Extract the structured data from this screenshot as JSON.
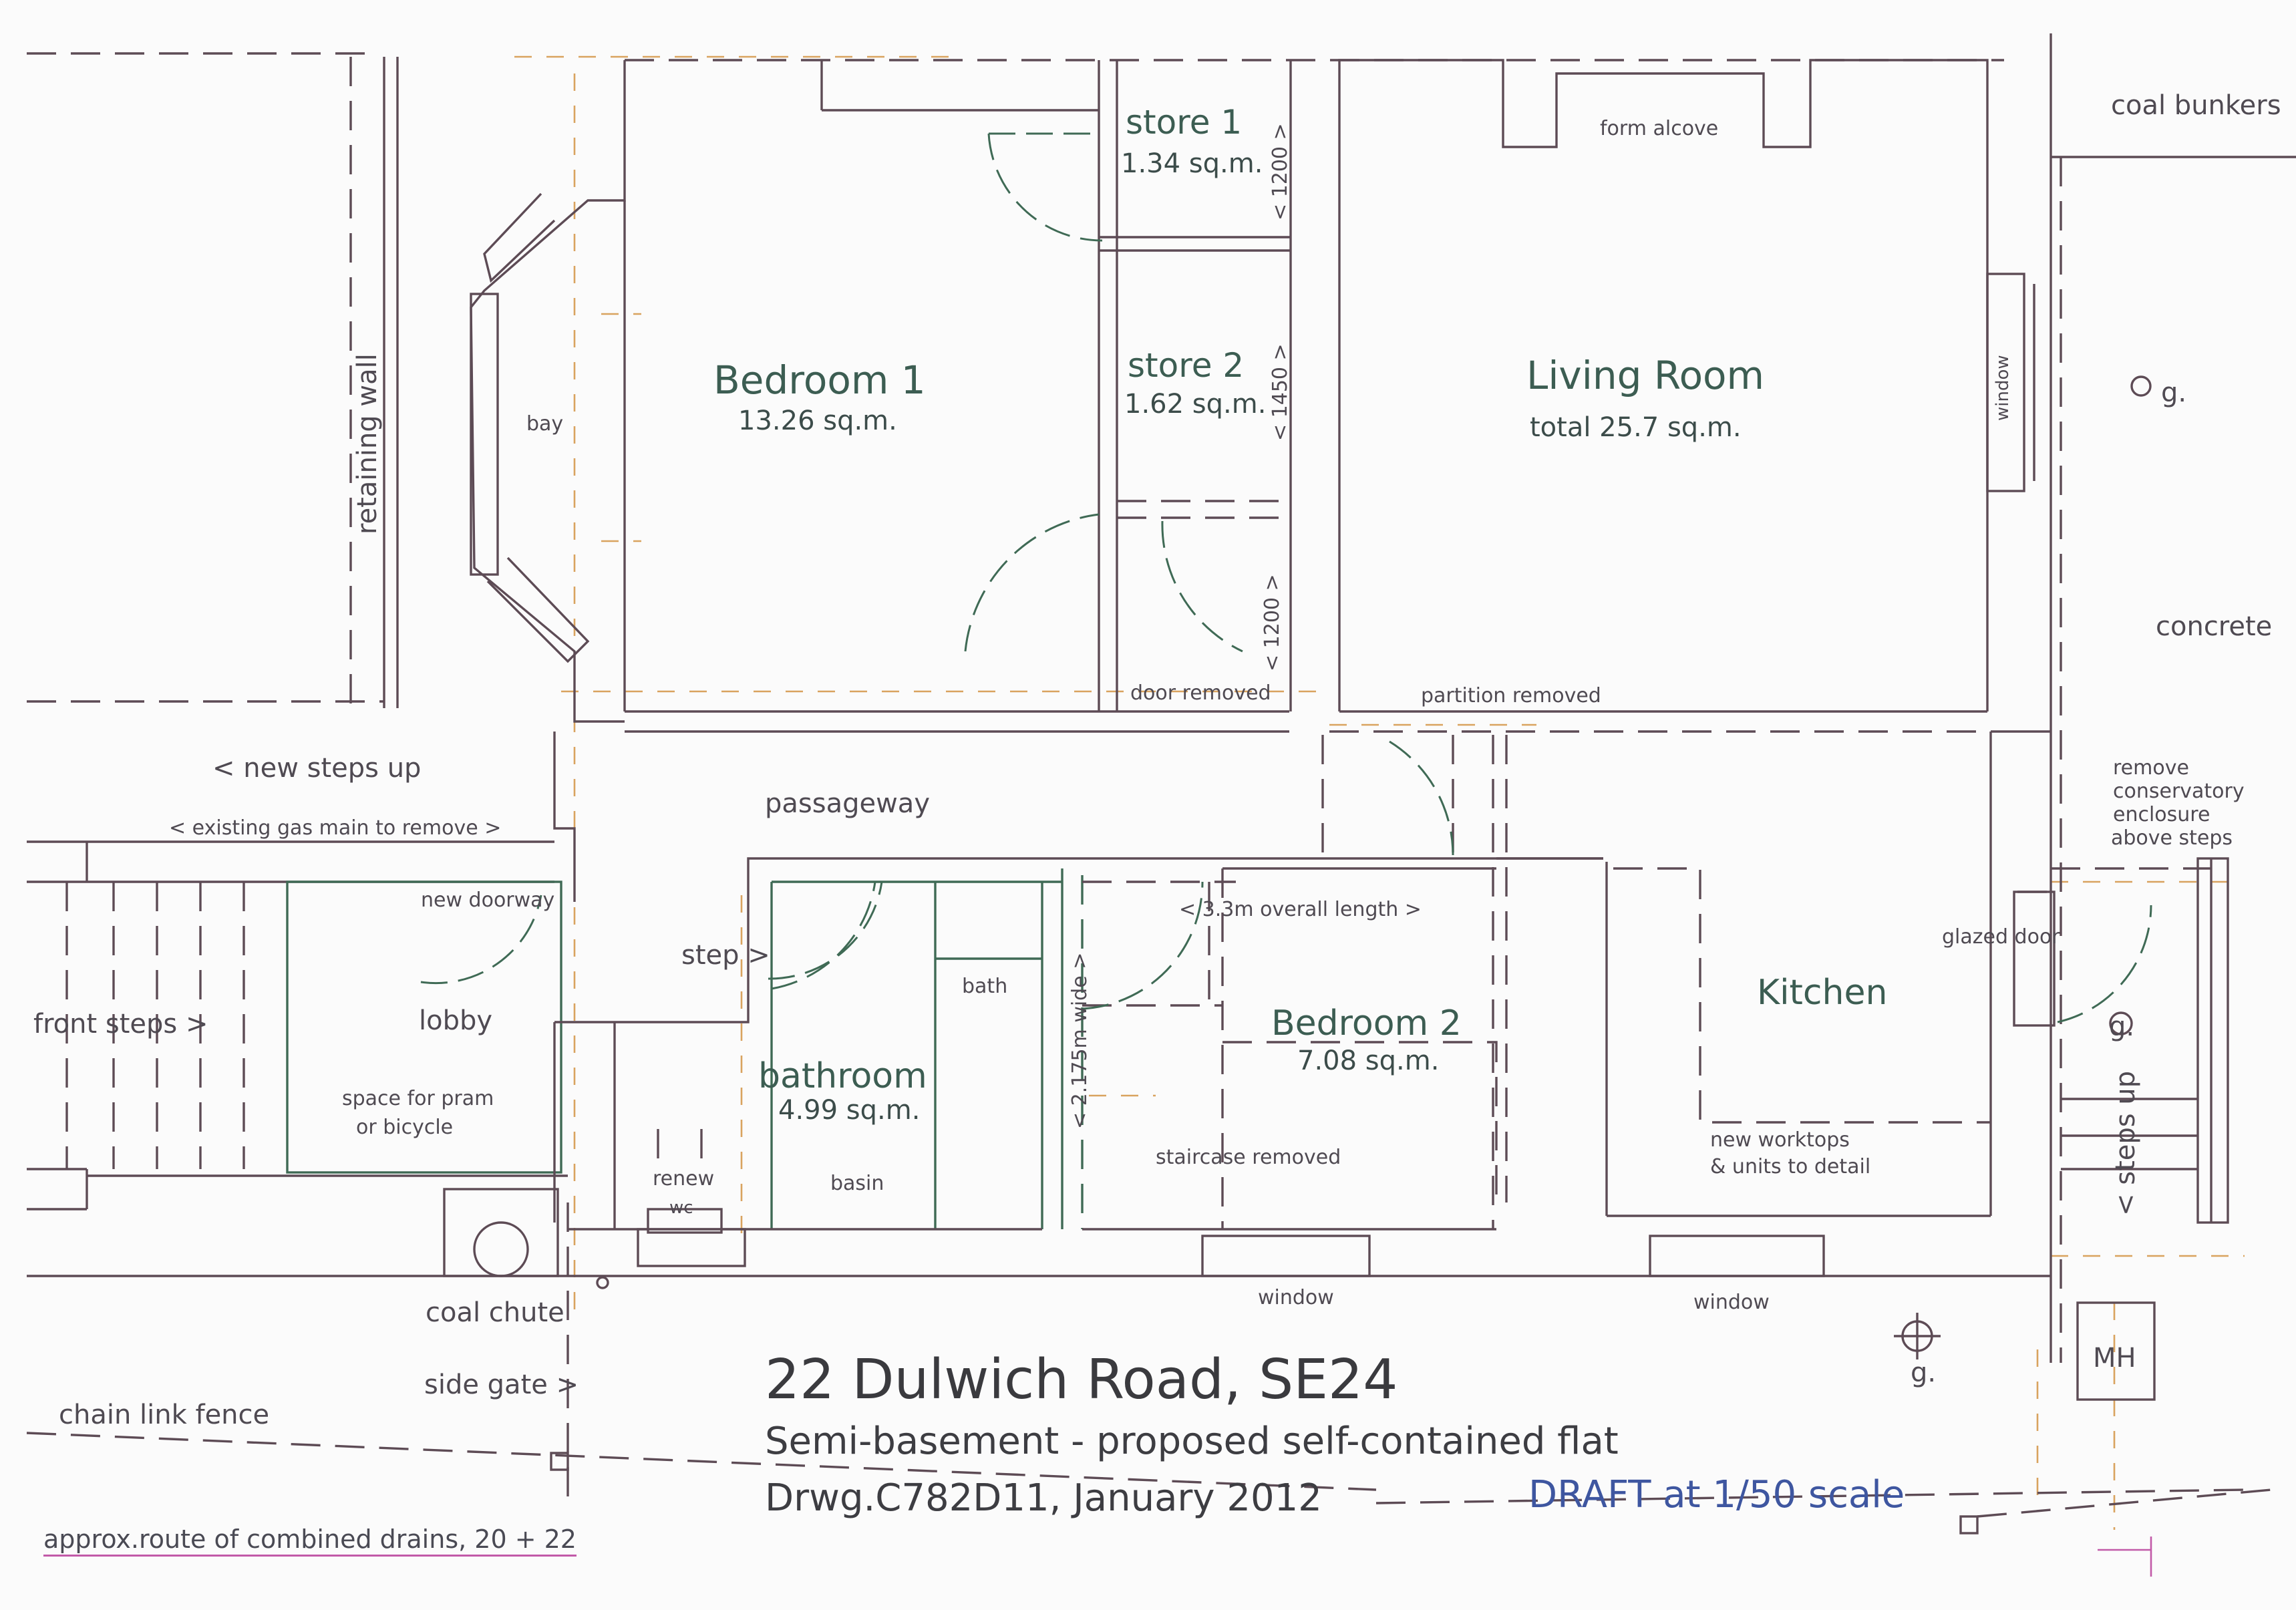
{
  "title_block": {
    "address": "22 Dulwich Road, SE24",
    "description": "Semi-basement - proposed self-contained flat",
    "drawing_ref": "Drwg.C782D11, January 2012",
    "draft_note": "DRAFT at 1/50 scale"
  },
  "rooms": {
    "bedroom1": {
      "name": "Bedroom 1",
      "area": "13.26 sq.m."
    },
    "store1": {
      "name": "store 1",
      "area": "1.34 sq.m."
    },
    "store2": {
      "name": "store 2",
      "area": "1.62 sq.m."
    },
    "living": {
      "name": "Living Room",
      "area": "total 25.7 sq.m."
    },
    "bathroom": {
      "name": "bathroom",
      "area": "4.99 sq.m."
    },
    "bedroom2": {
      "name": "Bedroom 2",
      "area": "7.08 sq.m."
    },
    "kitchen": {
      "name": "Kitchen"
    },
    "lobby": {
      "name": "lobby"
    },
    "passageway": {
      "name": "passageway"
    }
  },
  "dimensions": {
    "store1_width": "< 1200 >",
    "store2_width": "< 1450 >",
    "door_width": "< 1200 >",
    "overall_length": "< 3.3m overall length >",
    "passage_width": "< 2.175m wide >"
  },
  "annotations": {
    "coal_bunkers": "coal bunkers",
    "form_alcove": "form alcove",
    "window_living": "window",
    "gully_right": "g.",
    "concrete": "concrete",
    "retaining_wall": "retaining wall",
    "bay": "bay",
    "door_removed": "door removed",
    "partition_removed": "partition removed",
    "new_steps_up": "< new steps up",
    "gas_main": "< existing gas main to remove >",
    "remove_conservatory": [
      "remove",
      "conservatory",
      "enclosure",
      "above steps"
    ],
    "new_doorway": "new doorway",
    "glazed_door": "glazed door",
    "step": "step >",
    "bath": "bath",
    "front_steps": "front steps >",
    "gully_yard": "g.",
    "pram": [
      "space for pram",
      "or bicycle"
    ],
    "steps_up": "< steps up",
    "new_worktops": [
      "new worktops",
      "& units to detail"
    ],
    "renew_wc": [
      "renew",
      "wc"
    ],
    "basin": "basin",
    "staircase_removed": "staircase removed",
    "coal_chute": "coal chute",
    "window_bedroom2": "window",
    "window_kitchen": "window",
    "gully_bottom": "g.",
    "manhole": "MH",
    "side_gate": "side gate >",
    "chain_link_fence": "chain link fence",
    "drains": "approx.route of combined drains, 20 + 22"
  }
}
